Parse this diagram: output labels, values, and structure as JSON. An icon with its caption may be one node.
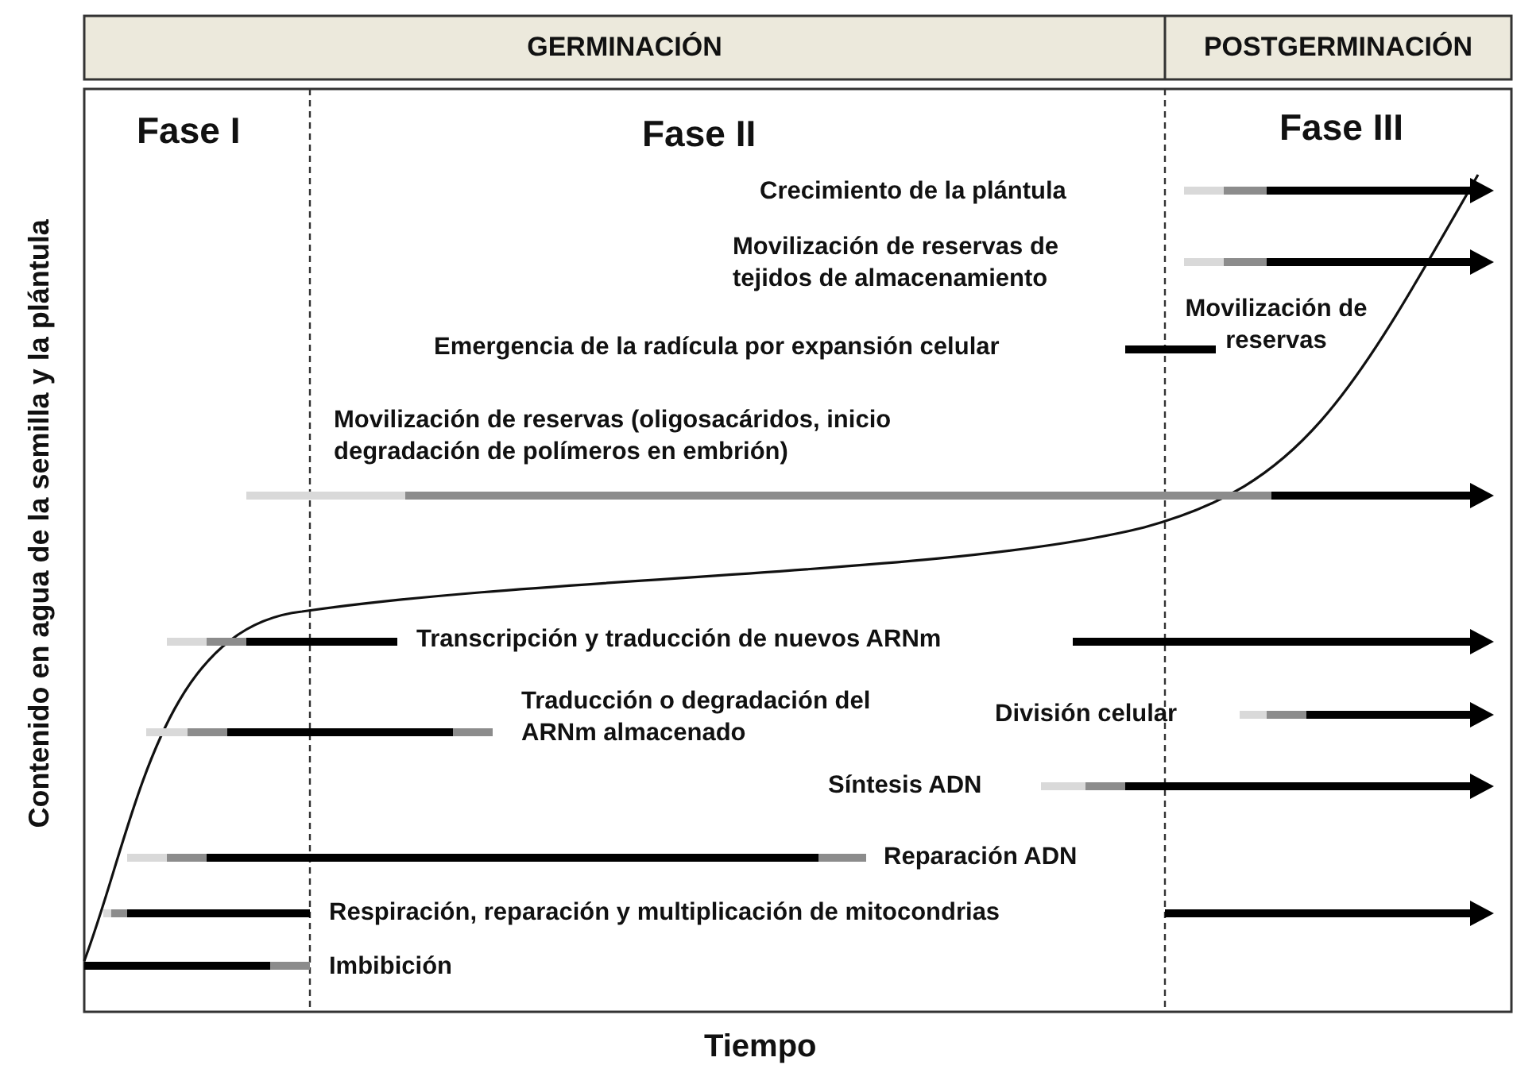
{
  "diagram": {
    "labels": [
      "GERMINACIÓN",
      "POSTGERMINACIÓN",
      "Fase I",
      "Fase II",
      "Fase III",
      "Crecimiento de la plántula",
      "Movilización de reservas de tejidos de almacenamiento",
      "Movilización de reservas",
      "Emergencia de la radícula por expansión celular",
      "Movilización de reservas (oligosacáridos, inicio degradación de polímeros en embrión)",
      "Transcripción y traducción de nuevos ARNm",
      "Traducción o degradación del ARNm almacenado",
      "División celular",
      "Síntesis ADN",
      "Reparación ADN",
      "Respiración, reparación y multiplicación de mitocondrias",
      "Imbibición",
      "Tiempo",
      "Contenido en agua de la semilla y la plántula"
    ]
  }
}
